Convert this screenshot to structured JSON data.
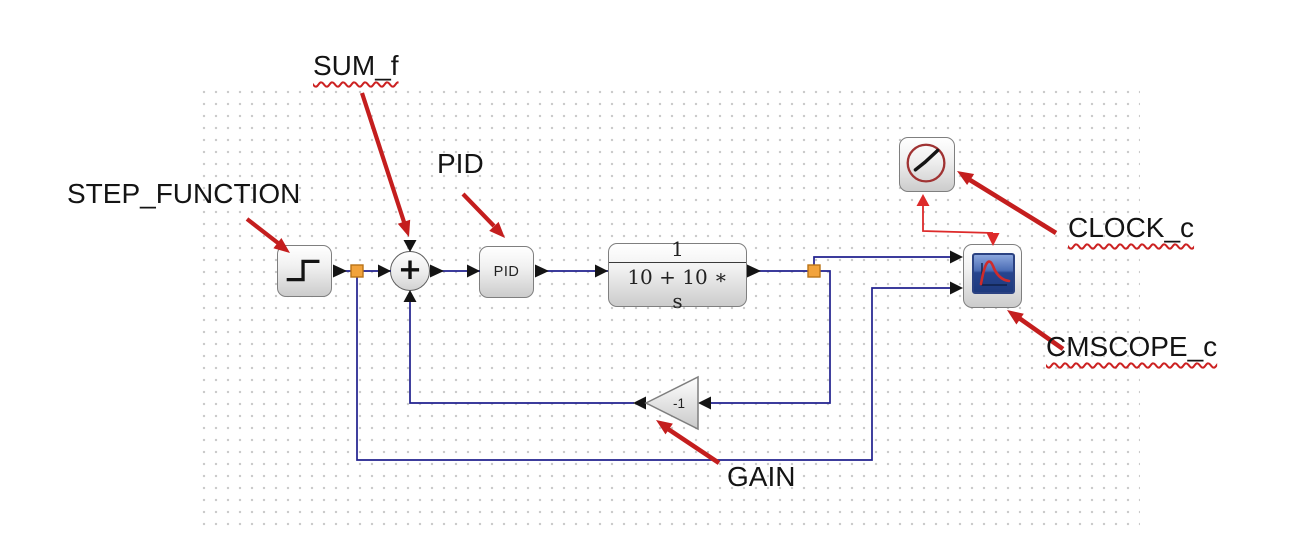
{
  "blocks": {
    "sum": {
      "symbol": "+"
    },
    "pid": {
      "label": "PID"
    },
    "transfer_function": {
      "numerator": "1",
      "denominator": "10 + 10 ∗ s"
    },
    "gain": {
      "label": "-1"
    }
  },
  "annotations": {
    "step": {
      "text": "STEP_FUNCTION",
      "squiggle": false
    },
    "sum": {
      "text": "SUM_f",
      "squiggle": true
    },
    "pid": {
      "text": "PID",
      "squiggle": false
    },
    "clock": {
      "text": "CLOCK_c",
      "squiggle": true
    },
    "scope": {
      "text": "CMSCOPE_c",
      "squiggle": true
    },
    "gain": {
      "text": "GAIN",
      "squiggle": false
    }
  },
  "colors": {
    "wire": "#20208e",
    "event_wire": "#dd2a2a",
    "annotation_arrow": "#c41e1e",
    "split_point_fill": "#f2a33c",
    "split_point_border": "#b97317",
    "block_border": "#7f7f7f",
    "clock_ring": "#a03333",
    "scope_curve": "#cf2b2b",
    "label_underline": "#cc2222"
  }
}
